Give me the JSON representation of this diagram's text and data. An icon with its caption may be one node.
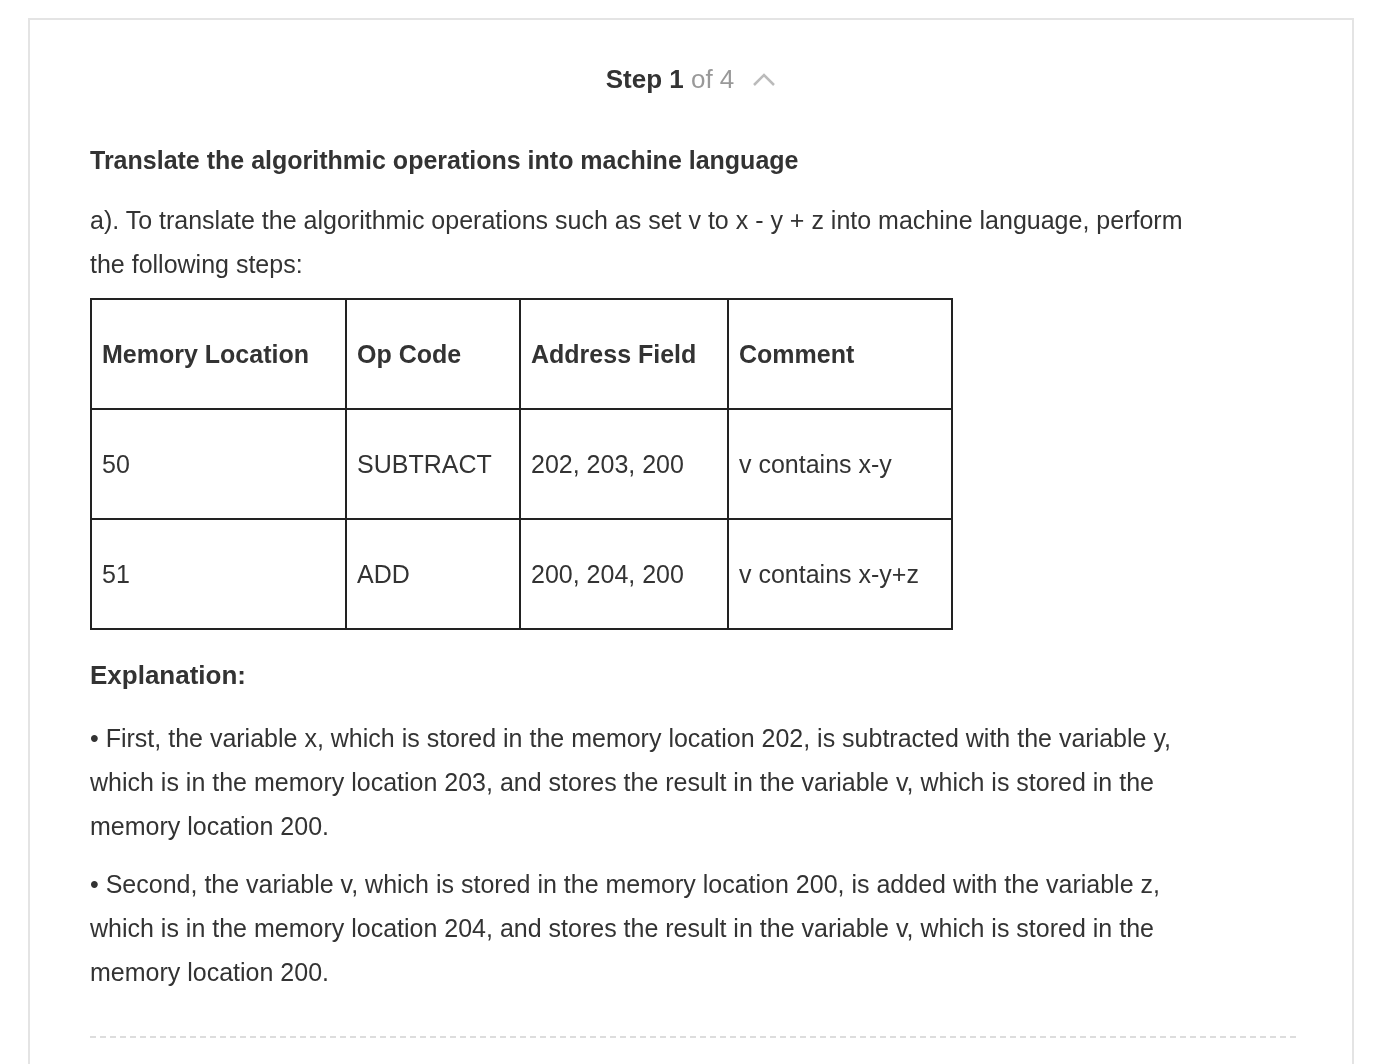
{
  "diagram": {
    "title": "Translate the algorithmic operations into machine language",
    "labels": [
      "**Step 1** of 4",
      "a). To translate the algorithmic operations such as set v to x - y + z into machine language, perform the following steps:",
      "Memory Location",
      "Op Code",
      "Address Field",
      "Comment",
      "50",
      "SUBTRACT",
      "202, 203, 200",
      "v contains x-y",
      "51",
      "ADD",
      "200, 204, 200",
      "v contains x-y+z",
      "Explanation:",
      "• First, the variable x, which is stored in the memory location 202, is subtracted with the variable y, which is in the memory location 203, and stores the result in the variable v, which is stored in the memory location 200.",
      "• Second, the variable v, which is stored in the memory location 200, is added with the variable z, which is in the memory location 204, and stores the result in the variable v, which is stored in the memory location 200."
    ]
  }
}
